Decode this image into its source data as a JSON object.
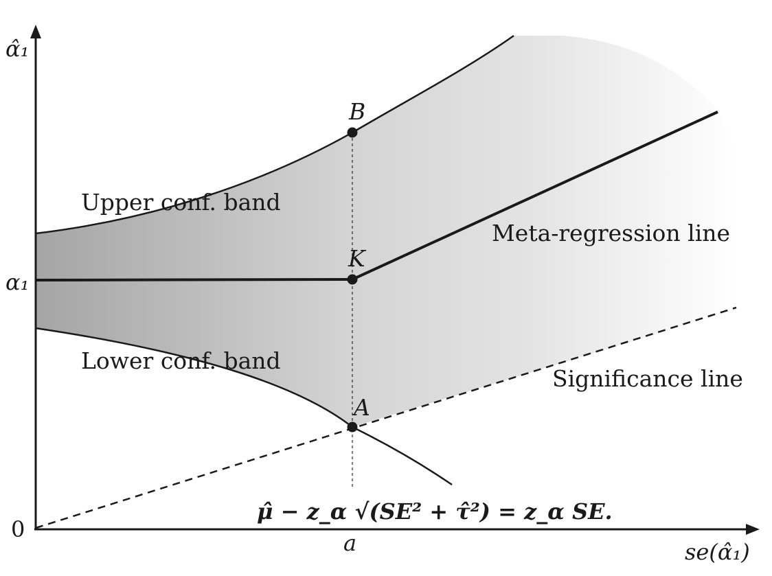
{
  "diagram": {
    "y_axis_label": "α̂₁",
    "y_tick_alpha": "α₁",
    "y_tick_zero": "0",
    "x_axis_label": "se(α̂₁)",
    "x_tick_a": "a",
    "labels": {
      "upper_band": "Upper conf. band",
      "lower_band": "Lower conf. band",
      "meta_regression": "Meta-regression line",
      "significance": "Significance line"
    },
    "points": {
      "B": "B",
      "K": "K",
      "A": "A"
    },
    "equation": "μ̂ − z_α √(SE² + τ̂²) = z_α SE."
  },
  "colors": {
    "band_dark": "#a7a7a7",
    "band_mid": "#dcdcdc",
    "band_light": "#ffffff",
    "line": "#1a1a1a"
  }
}
